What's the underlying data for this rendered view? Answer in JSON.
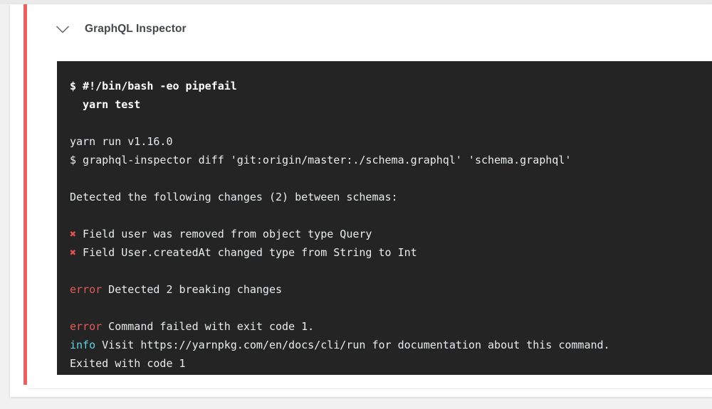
{
  "card": {
    "accent_color": "#ec5f5f",
    "background": "#ffffff"
  },
  "step_header": {
    "icon": "chevron-down-icon",
    "title": "GraphQL Inspector"
  },
  "terminal": {
    "background": "#242424",
    "default_text_color": "#e9ecee",
    "error_color": "#e05b5b",
    "info_color": "#5fd3e0",
    "xmark_glyph": "✖",
    "lines": [
      {
        "type": "command",
        "text": "$ #!/bin/bash -eo pipefail"
      },
      {
        "type": "command",
        "text": "  yarn test"
      },
      {
        "type": "blank",
        "text": ""
      },
      {
        "type": "output",
        "text": "yarn run v1.16.0"
      },
      {
        "type": "output",
        "text": "$ graphql-inspector diff 'git:origin/master:./schema.graphql' 'schema.graphql'"
      },
      {
        "type": "blank",
        "text": ""
      },
      {
        "type": "output",
        "text": "Detected the following changes (2) between schemas:"
      },
      {
        "type": "blank",
        "text": ""
      },
      {
        "type": "change",
        "marker": "✖",
        "text": " Field user was removed from object type Query"
      },
      {
        "type": "change",
        "marker": "✖",
        "text": " Field User.createdAt changed type from String to Int"
      },
      {
        "type": "blank",
        "text": ""
      },
      {
        "type": "error",
        "label": "error",
        "text": " Detected 2 breaking changes"
      },
      {
        "type": "blank",
        "text": ""
      },
      {
        "type": "error",
        "label": "error",
        "text": " Command failed with exit code 1."
      },
      {
        "type": "info",
        "label": "info",
        "text": " Visit https://yarnpkg.com/en/docs/cli/run for documentation about this command."
      },
      {
        "type": "output",
        "text": "Exited with code 1"
      }
    ]
  }
}
